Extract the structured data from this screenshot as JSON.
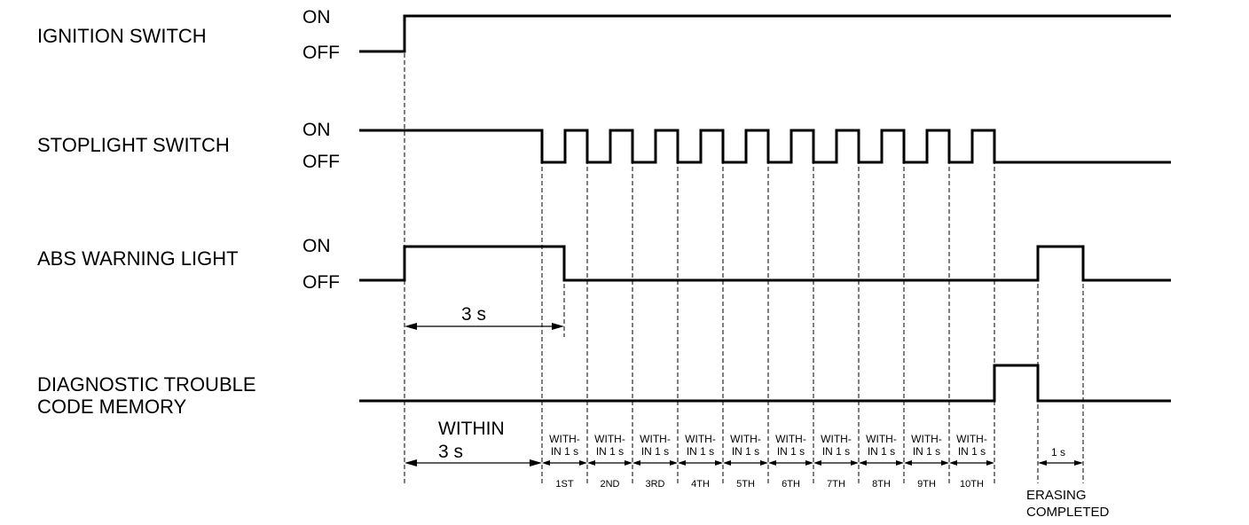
{
  "signals": [
    {
      "name": "IGNITION SWITCH",
      "on": "ON",
      "off": "OFF"
    },
    {
      "name": "STOPLIGHT SWITCH",
      "on": "ON",
      "off": "OFF"
    },
    {
      "name": "ABS WARNING LIGHT",
      "on": "ON",
      "off": "OFF"
    },
    {
      "name_line1": "DIAGNOSTIC TROUBLE",
      "name_line2": "CODE MEMORY"
    }
  ],
  "labels": {
    "three_s": "3 s",
    "within": "WITHIN",
    "within_3s": "3 s",
    "within_1s_line1": "WITH-",
    "within_1s_line2": "IN 1 s",
    "one_s": "1 s",
    "erasing": "ERASING",
    "completed": "COMPLETED"
  },
  "ordinals": [
    "1ST",
    "2ND",
    "3RD",
    "4TH",
    "5TH",
    "6TH",
    "7TH",
    "8TH",
    "9TH",
    "10TH"
  ]
}
